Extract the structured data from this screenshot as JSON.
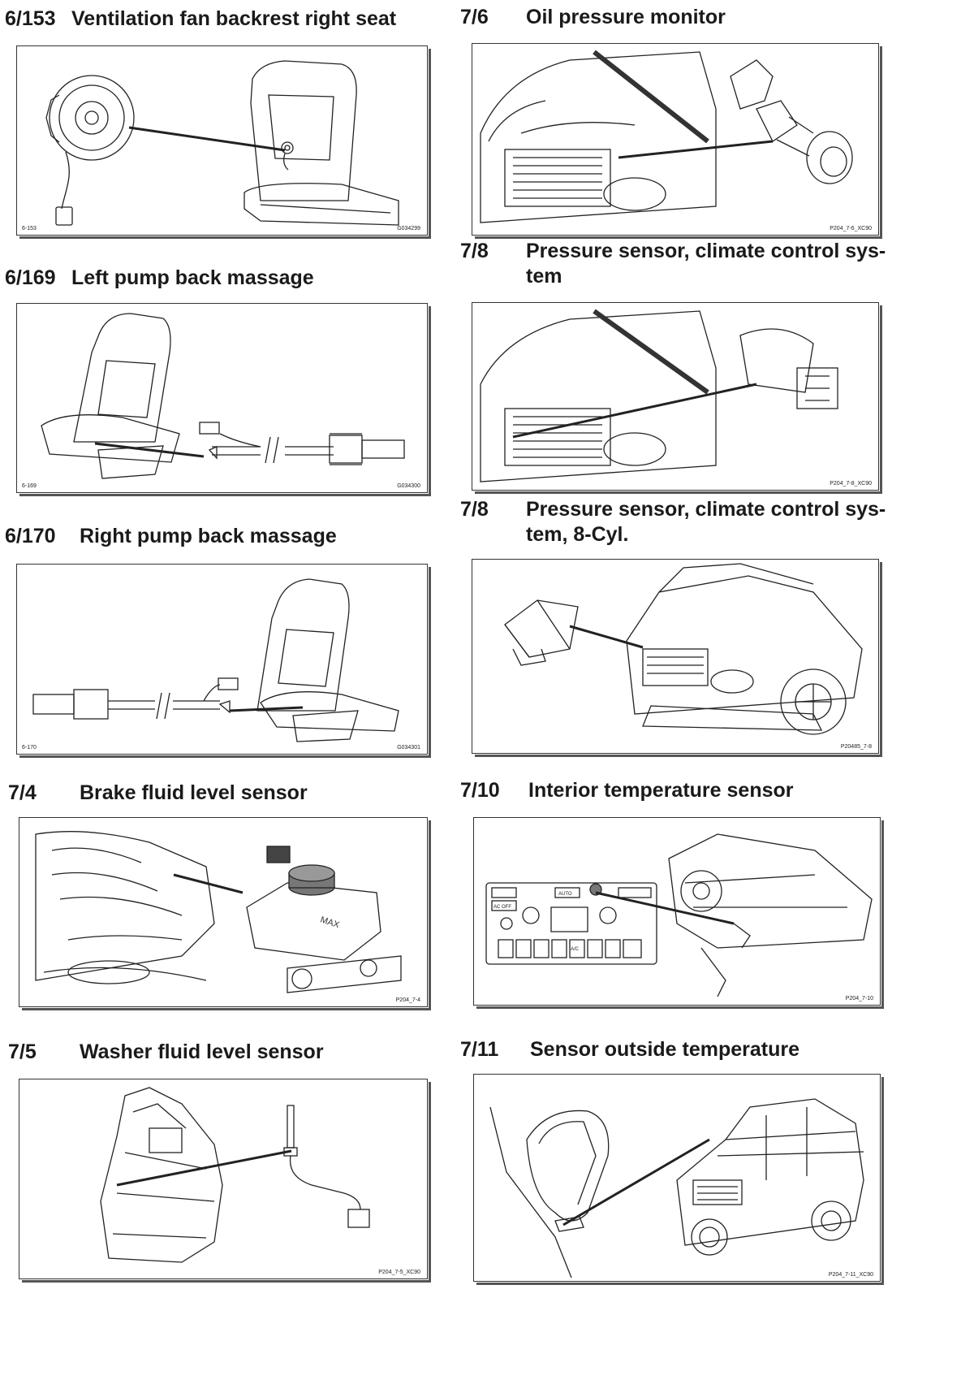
{
  "entries": [
    {
      "id": "e6153",
      "num": "6/153",
      "title": "Ventilation fan backrest right seat",
      "code_left": "6-153",
      "code_right": "G034299"
    },
    {
      "id": "e6169",
      "num": "6/169",
      "title": "Left pump back massage",
      "code_left": "6-169",
      "code_right": "G034300"
    },
    {
      "id": "e6170",
      "num": "6/170",
      "title": "Right pump back massage",
      "code_left": "6-170",
      "code_right": "G034301"
    },
    {
      "id": "e74",
      "num": "7/4",
      "title": "Brake fluid level sensor",
      "code_left": "",
      "code_right": "P204_7-4"
    },
    {
      "id": "e75",
      "num": "7/5",
      "title": "Washer fluid level sensor",
      "code_left": "",
      "code_right": "P204_7-5_XC90"
    },
    {
      "id": "e76",
      "num": "7/6",
      "title": "Oil pressure monitor",
      "code_left": "",
      "code_right": "P204_7-6_XC90"
    },
    {
      "id": "e78a",
      "num": "7/8",
      "title": "Pressure sensor, climate control sys-tem",
      "code_left": "",
      "code_right": "P204_7-8_XC90"
    },
    {
      "id": "e78b",
      "num": "7/8",
      "title": "Pressure sensor, climate control sys-tem, 8-Cyl.",
      "code_left": "",
      "code_right": "P20485_7-8"
    },
    {
      "id": "e710",
      "num": "7/10",
      "title": "Interior temperature sensor",
      "code_left": "",
      "code_right": "P204_7-10"
    },
    {
      "id": "e711",
      "num": "7/11",
      "title": "Sensor outside temperature",
      "code_left": "",
      "code_right": "P204_7-11_XC90"
    }
  ],
  "panel_labels": {
    "climate_buttons": [
      "AUTO",
      "AC OFF",
      "A/C"
    ],
    "tank_mark": "MAX"
  }
}
